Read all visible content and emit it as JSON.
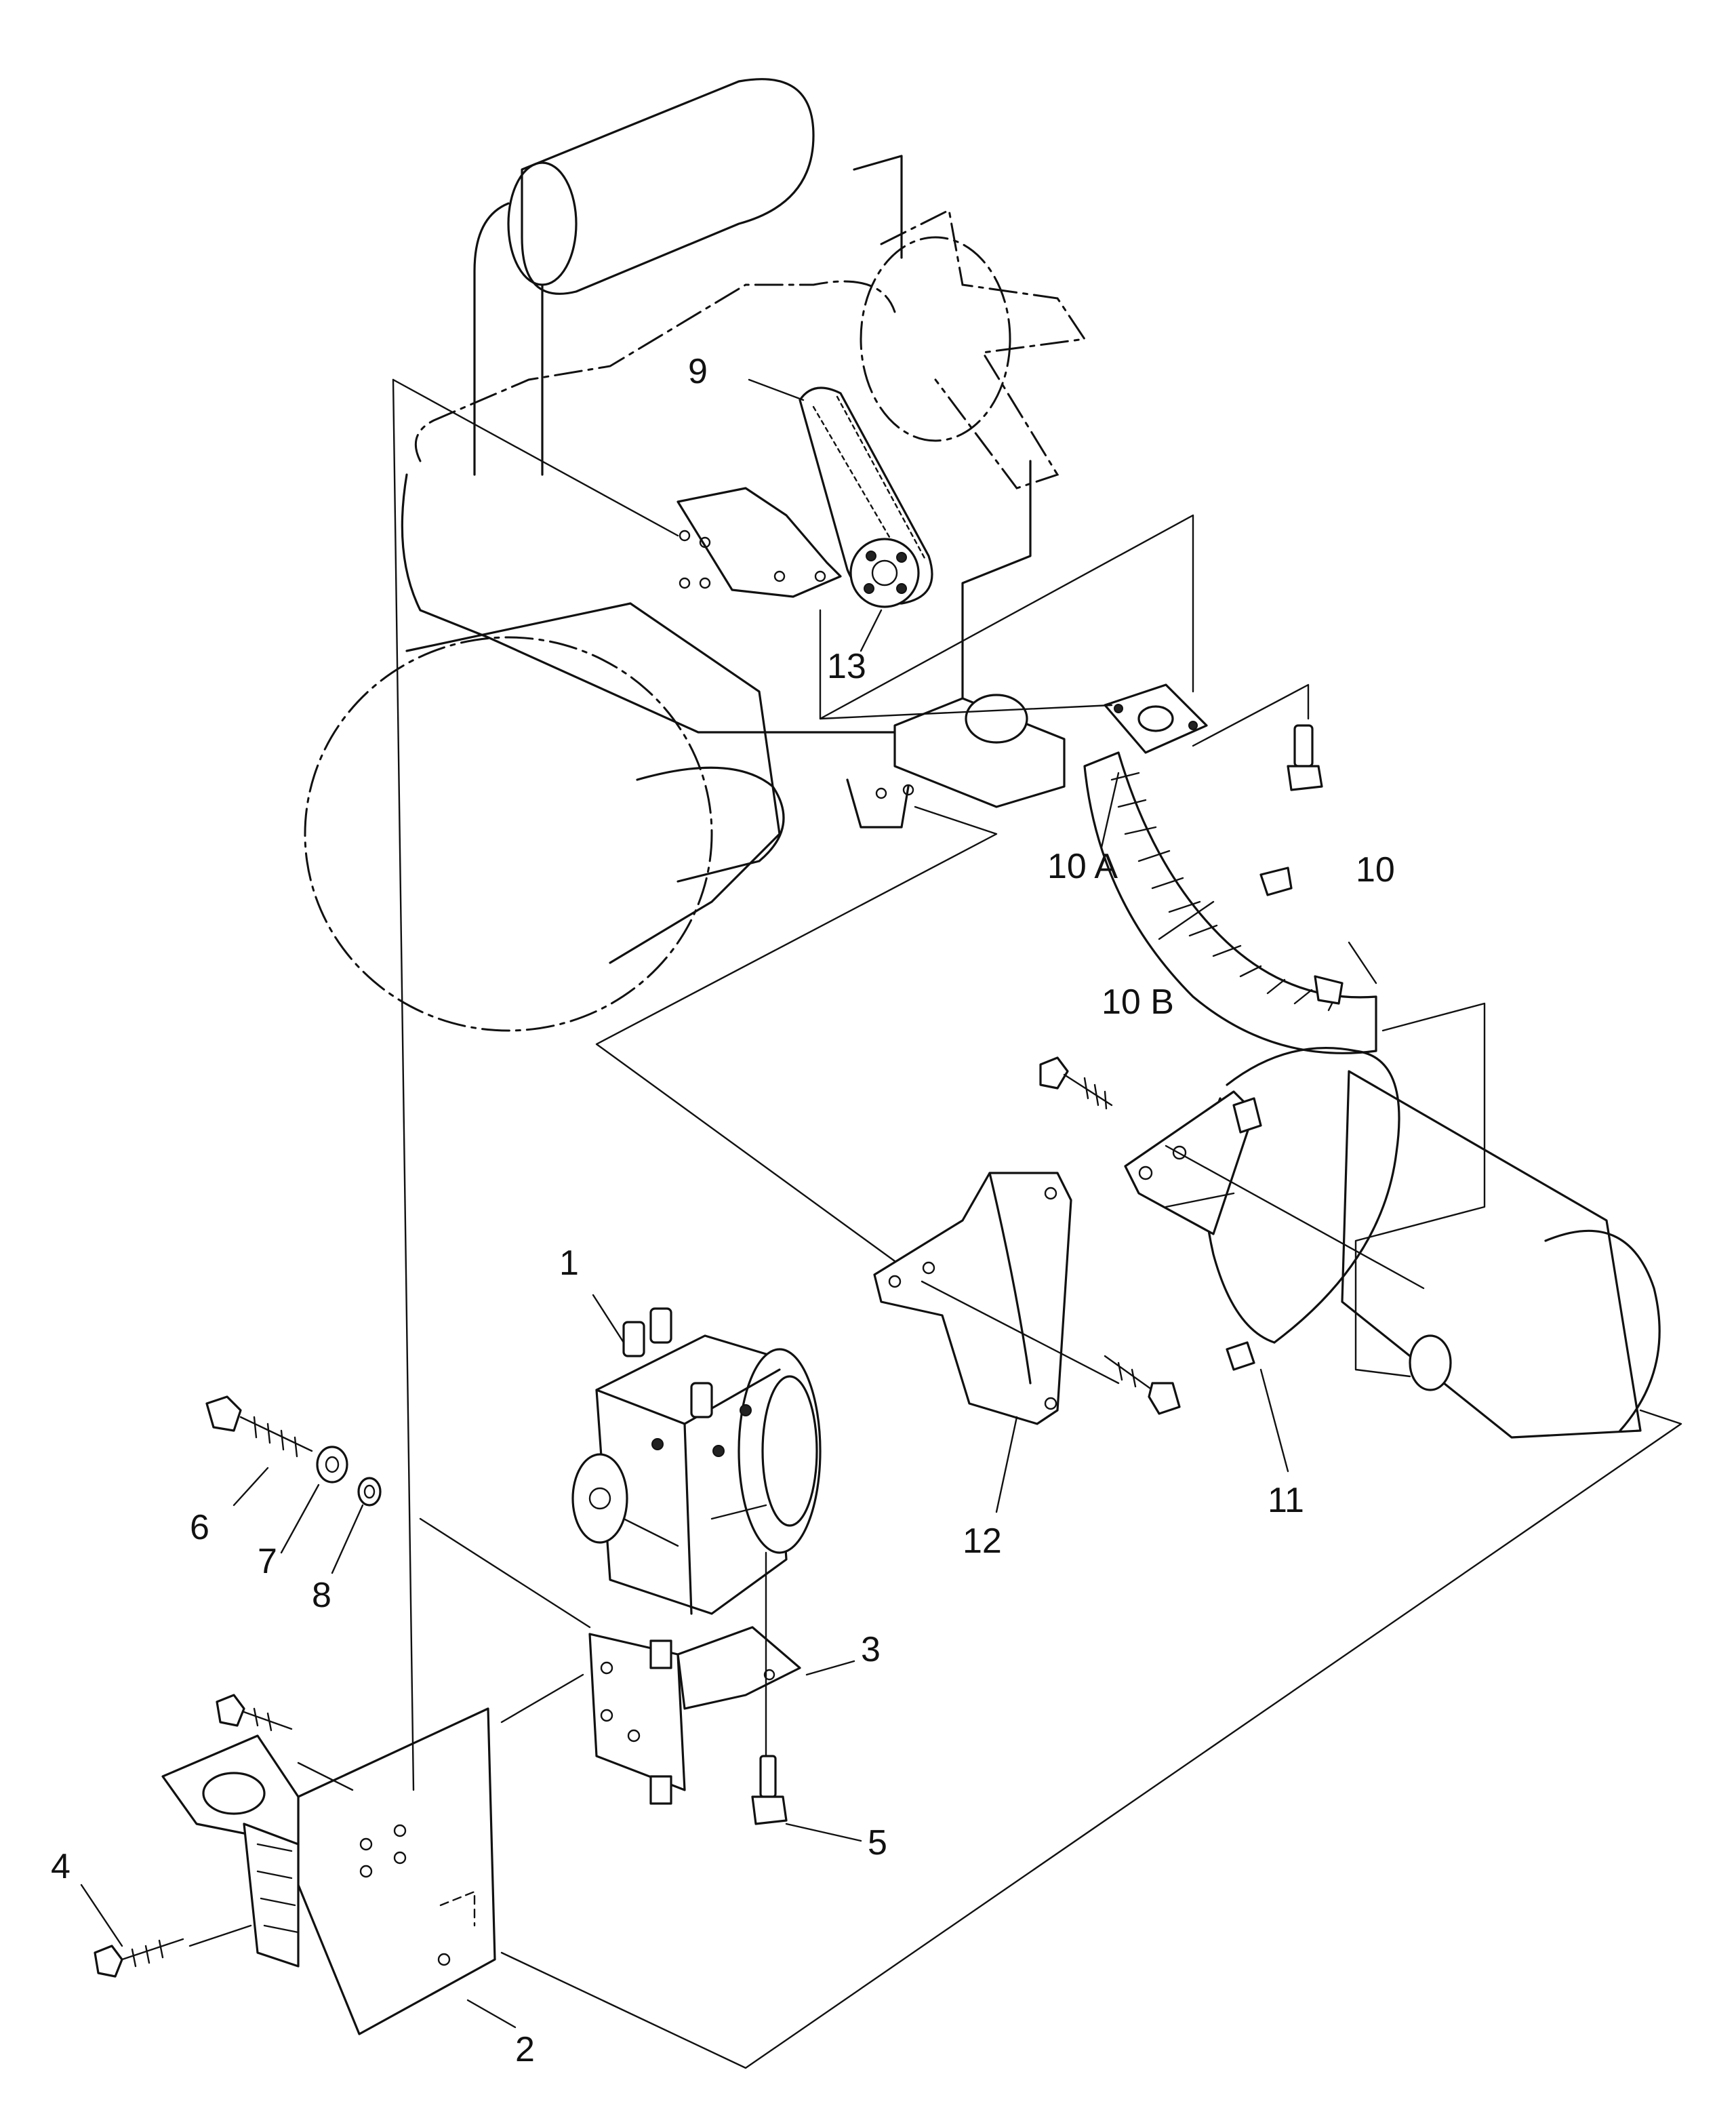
{
  "callouts": {
    "p1": "1",
    "p2": "2",
    "p3": "3",
    "p4": "4",
    "p5": "5",
    "p6": "6",
    "p7": "7",
    "p8": "8",
    "p9": "9",
    "p10": "10",
    "p10a": "10 A",
    "p10b": "10 B",
    "p11": "11",
    "p12": "12",
    "p13": "13"
  },
  "colors": {
    "line": "#111111",
    "background": "#ffffff"
  }
}
